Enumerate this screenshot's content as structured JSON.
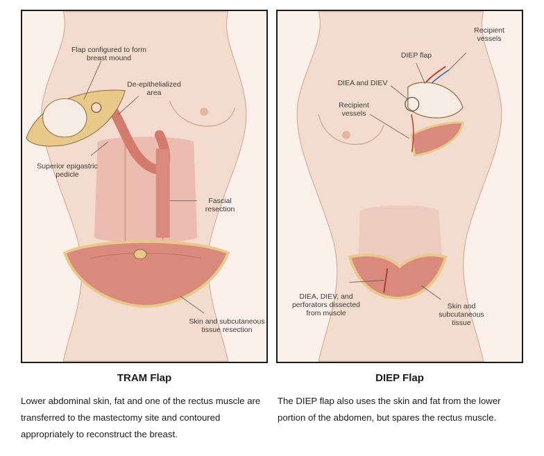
{
  "tram": {
    "title": "TRAM Flap",
    "description": "Lower abdominal skin, fat and one of the rectus muscle are transferred to the mastectomy site and contoured appropriately to reconstruct the breast.",
    "labels": {
      "flap_mound": "Flap configured to form breast mound",
      "deepithelialized": "De-epithelialized area",
      "pedicle": "Superior epigastric pedicle",
      "fascial": "Fascial resection",
      "skin": "Skin and subcutaneous tissue resection"
    }
  },
  "diep": {
    "title": "DIEP Flap",
    "description": "The DIEP flap also uses the skin and fat from the lower portion of the abdomen, but spares the rectus muscle.",
    "labels": {
      "recipient_top": "Recipient vessels",
      "diep_flap": "DIEP flap",
      "diea_diev": "DIEA and DIEV",
      "recipient_mid": "Recipient vessels",
      "perforators": "DIEA, DIEV, and perforators dissected from muscle",
      "skin": "Skin and subcutaneous tissue"
    }
  },
  "colors": {
    "skin": "#f3dccd",
    "muscle": "#d98a7c",
    "fat": "#e8c98a",
    "border": "#1a1a1a"
  }
}
